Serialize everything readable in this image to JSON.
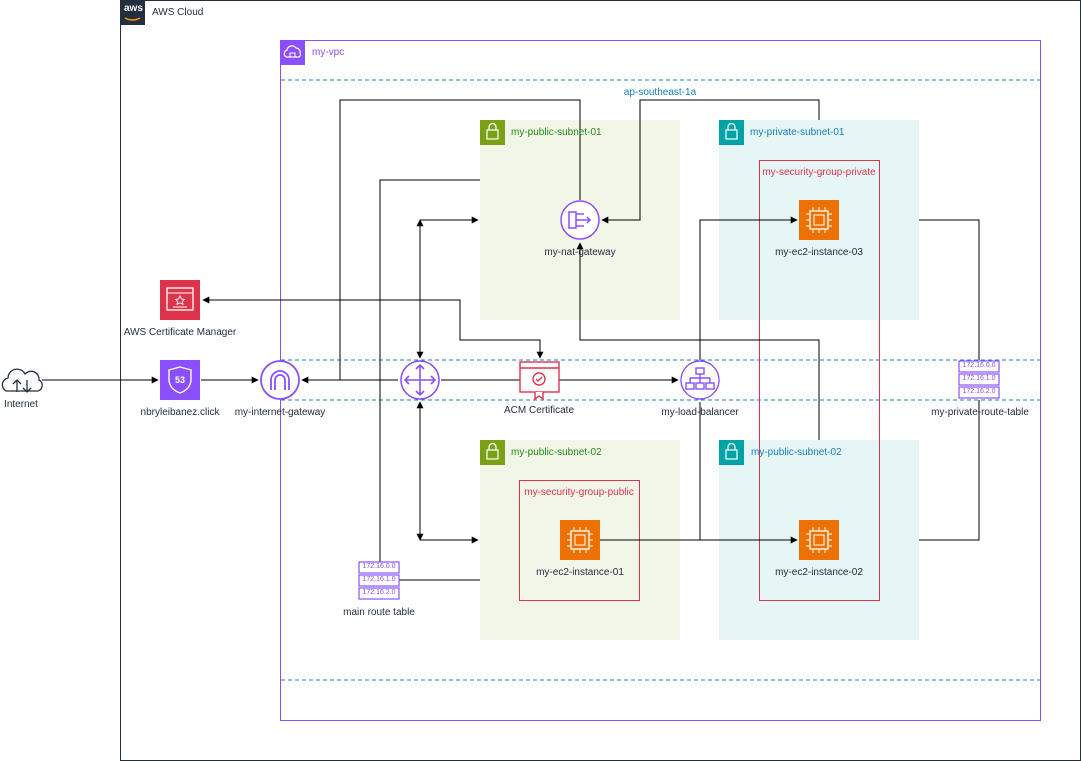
{
  "cloud": {
    "label": "AWS Cloud",
    "logo_text": "aws"
  },
  "vpc": {
    "label": "my-vpc"
  },
  "az": {
    "label": "ap-southeast-1a"
  },
  "subnets": {
    "public_01": "my-public-subnet-01",
    "private_01": "my-private-subnet-01",
    "public_02_left": "my-public-subnet-02",
    "public_02_right": "my-public-subnet-02"
  },
  "security_groups": {
    "private": "my-security-group-private",
    "public": "my-security-group-public"
  },
  "nodes": {
    "internet": "Internet",
    "route53": "nbryleibanez.click",
    "route53_badge": "53",
    "igw": "my-internet-gateway",
    "acm_service": "AWS Certificate Manager",
    "acm_cert": "ACM Certificate",
    "nat": "my-nat-gateway",
    "lb": "my-load-balancer",
    "ec2_01": "my-ec2-instance-01",
    "ec2_02": "my-ec2-instance-02",
    "ec2_03": "my-ec2-instance-03",
    "main_rt": "main route table",
    "private_rt": "my-private-route-table"
  },
  "route_entries": [
    "172.16.0.0",
    "172.16.1.0",
    "172.16.2.0"
  ],
  "colors": {
    "cloud_border": "#232F3E",
    "vpc": "#8C4FFF",
    "az_dash": "#147EBA",
    "public_subnet_fill": "#F2F6E8",
    "public_subnet_icon": "#7AA116",
    "private_subnet_fill": "#E6F6F7",
    "private_subnet_icon": "#00A4A6",
    "security_group": "#DD344C",
    "ec2": "#ED7100",
    "networking": "#8C4FFF",
    "security_service": "#DD344C"
  }
}
